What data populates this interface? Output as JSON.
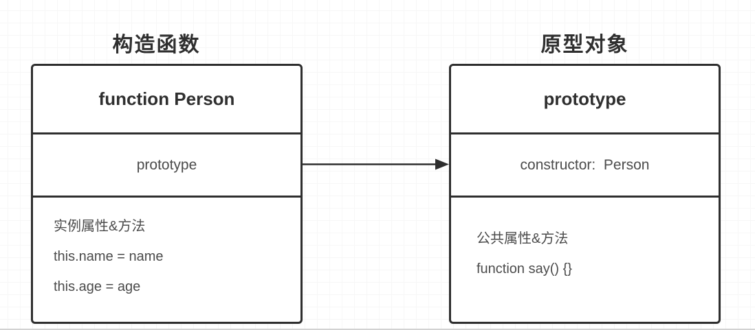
{
  "titles": {
    "left": "构造函数",
    "right": "原型对象"
  },
  "boxes": {
    "left": {
      "header": "function Person",
      "middle": "prototype",
      "body": [
        "实例属性&方法",
        "this.name = name",
        "this.age = age"
      ]
    },
    "right": {
      "header": "prototype",
      "middle": "constructor:  Person",
      "body": [
        "公共属性&方法",
        "function say() {}"
      ]
    }
  },
  "colors": {
    "border": "#2e2e2e",
    "header_text": "#2f2f2f",
    "body_text": "#4b4b4b",
    "background": "#ffffff"
  }
}
